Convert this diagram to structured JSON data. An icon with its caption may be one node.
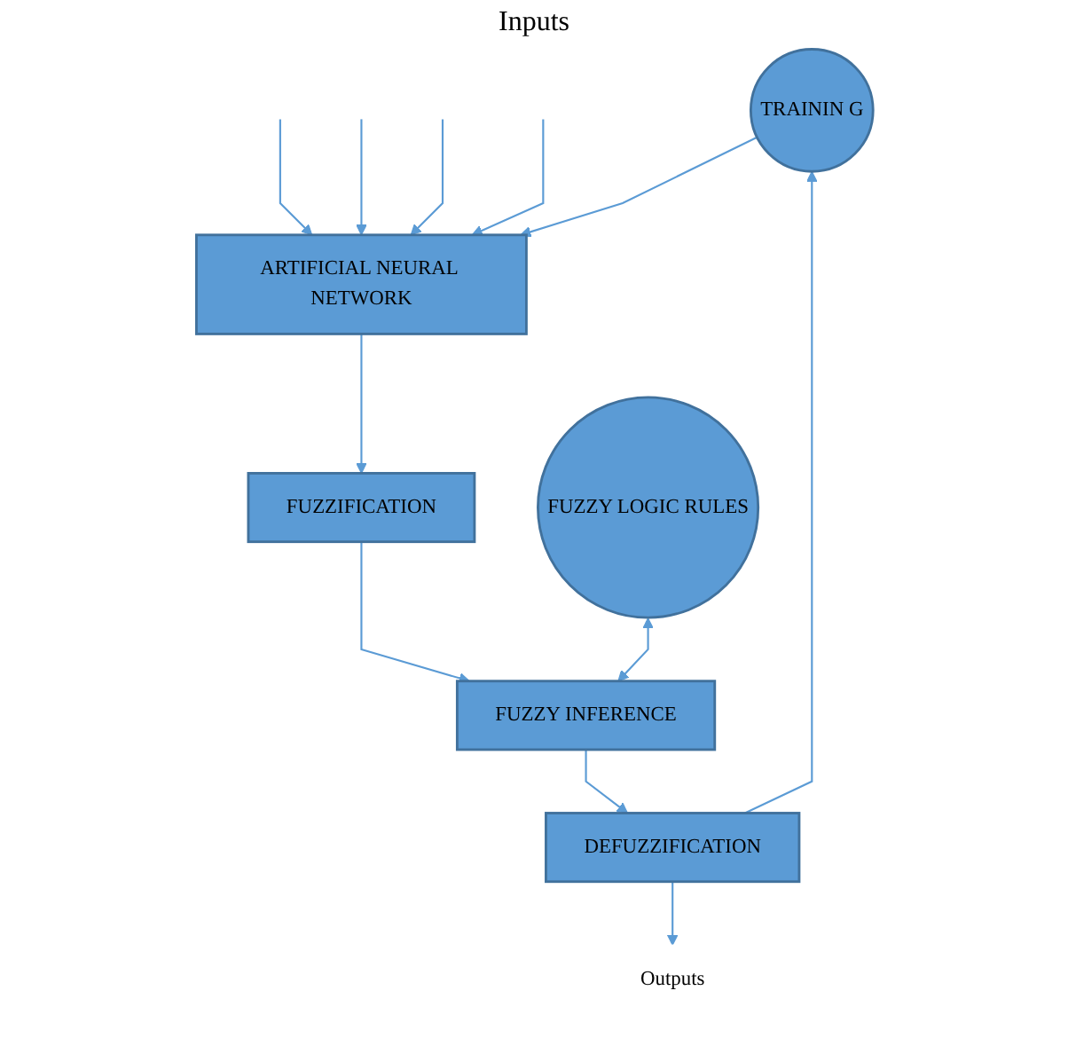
{
  "diagram": {
    "nodes": [
      {
        "text": [
          "TRAININ G"
        ]
      },
      {
        "text": [
          "ARTIFICIAL NEURAL NETWORK"
        ]
      },
      {
        "text": [
          "FUZZIFICATION"
        ]
      },
      {
        "text": [
          "FUZZY LOGIC RULES"
        ]
      },
      {
        "text": [
          "FUZZY INFERENCE"
        ]
      },
      {
        "text": [
          "DEFUZZIFICATION"
        ]
      },
      {
        "text": [
          "Outputs"
        ]
      }
    ],
    "edges": [
      {
        "from": null,
        "to": 1,
        "arrow": "to"
      },
      {
        "from": null,
        "to": 1,
        "arrow": "to"
      },
      {
        "from": null,
        "to": 1,
        "arrow": "to"
      },
      {
        "from": null,
        "to": 1,
        "arrow": "to"
      },
      {
        "from": 0,
        "to": 1,
        "arrow": "to"
      },
      {
        "from": 1,
        "to": 2,
        "arrow": "to"
      },
      {
        "from": 2,
        "to": 4,
        "arrow": "to"
      },
      {
        "from": 3,
        "to": 4,
        "arrow": "both"
      },
      {
        "from": 4,
        "to": 5,
        "arrow": "to"
      },
      {
        "from": 5,
        "to": 6,
        "arrow": "to"
      },
      {
        "from": 5,
        "to": 0,
        "arrow": "to"
      }
    ],
    "labels": [
      "Inputs"
    ]
  }
}
